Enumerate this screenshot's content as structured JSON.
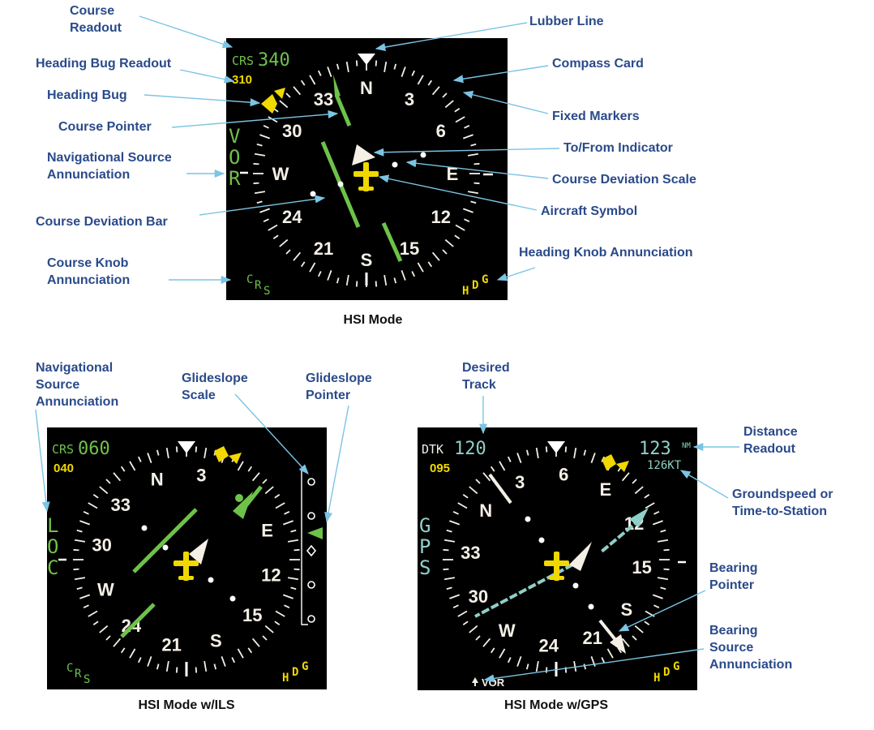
{
  "colors": {
    "label": "#2a4a8a",
    "leader": "#7cc4e4",
    "display_bg": "#000000",
    "nav_green": "#6ec24a",
    "bug_yellow": "#f0d800",
    "gps_cyan": "#8fd0c8",
    "card_white": "#f5f0e6"
  },
  "panels": {
    "hsi": {
      "caption": "HSI Mode",
      "course_prefix": "CRS",
      "course_value": "340",
      "heading_bug_readout": "310",
      "nav_source": [
        "V",
        "O",
        "R"
      ],
      "card_labels": [
        "N",
        "3",
        "6",
        "E",
        "12",
        "15",
        "S",
        "21",
        "24",
        "W",
        "30",
        "33"
      ],
      "knob_left": [
        "C",
        "R",
        "S"
      ],
      "knob_right": [
        "H",
        "D",
        "G"
      ]
    },
    "ils": {
      "caption": "HSI Mode w/ILS",
      "course_prefix": "CRS",
      "course_value": "060",
      "heading_bug_readout": "040",
      "nav_source": [
        "L",
        "O",
        "C"
      ],
      "card_labels": [
        "N",
        "3",
        "E",
        "12",
        "15",
        "S",
        "21",
        "24",
        "W",
        "30",
        "33"
      ],
      "knob_left": [
        "C",
        "R",
        "S"
      ],
      "knob_right": [
        "H",
        "D",
        "G"
      ]
    },
    "gps": {
      "caption": "HSI Mode w/GPS",
      "track_prefix": "DTK",
      "track_value": "120",
      "heading_bug_readout": "095",
      "distance_value": "123",
      "distance_unit": "NM",
      "groundspeed": "126KT",
      "nav_source": [
        "G",
        "P",
        "S"
      ],
      "card_labels": [
        "3",
        "6",
        "E",
        "12",
        "15",
        "S",
        "21",
        "24",
        "W",
        "30",
        "33",
        "N"
      ],
      "bearing_source": "VOR",
      "knob_right": [
        "H",
        "D",
        "G"
      ]
    }
  },
  "callouts": {
    "course_readout": [
      "Course",
      "Readout"
    ],
    "heading_bug_readout": "Heading Bug Readout",
    "heading_bug": "Heading Bug",
    "course_pointer": "Course Pointer",
    "nav_source_annunciation": [
      "Navigational Source",
      "Annunciation"
    ],
    "course_deviation_bar": "Course Deviation Bar",
    "course_knob_annunciation": [
      "Course Knob",
      "Annunciation"
    ],
    "lubber_line": "Lubber Line",
    "compass_card": "Compass Card",
    "fixed_markers": "Fixed Markers",
    "to_from_indicator": "To/From Indicator",
    "course_deviation_scale": "Course Deviation Scale",
    "aircraft_symbol": "Aircraft Symbol",
    "heading_knob_annunciation": "Heading Knob Annunciation",
    "ils_nav_source_annunciation": [
      "Navigational",
      "Source",
      "Annunciation"
    ],
    "glideslope_scale": [
      "Glideslope",
      "Scale"
    ],
    "glideslope_pointer": [
      "Glideslope",
      "Pointer"
    ],
    "desired_track": [
      "Desired",
      "Track"
    ],
    "distance_readout": [
      "Distance",
      "Readout"
    ],
    "groundspeed_or_time": [
      "Groundspeed or",
      "Time-to-Station"
    ],
    "bearing_pointer": [
      "Bearing",
      "Pointer"
    ],
    "bearing_source_annunciation": [
      "Bearing",
      "Source",
      "Annunciation"
    ]
  }
}
